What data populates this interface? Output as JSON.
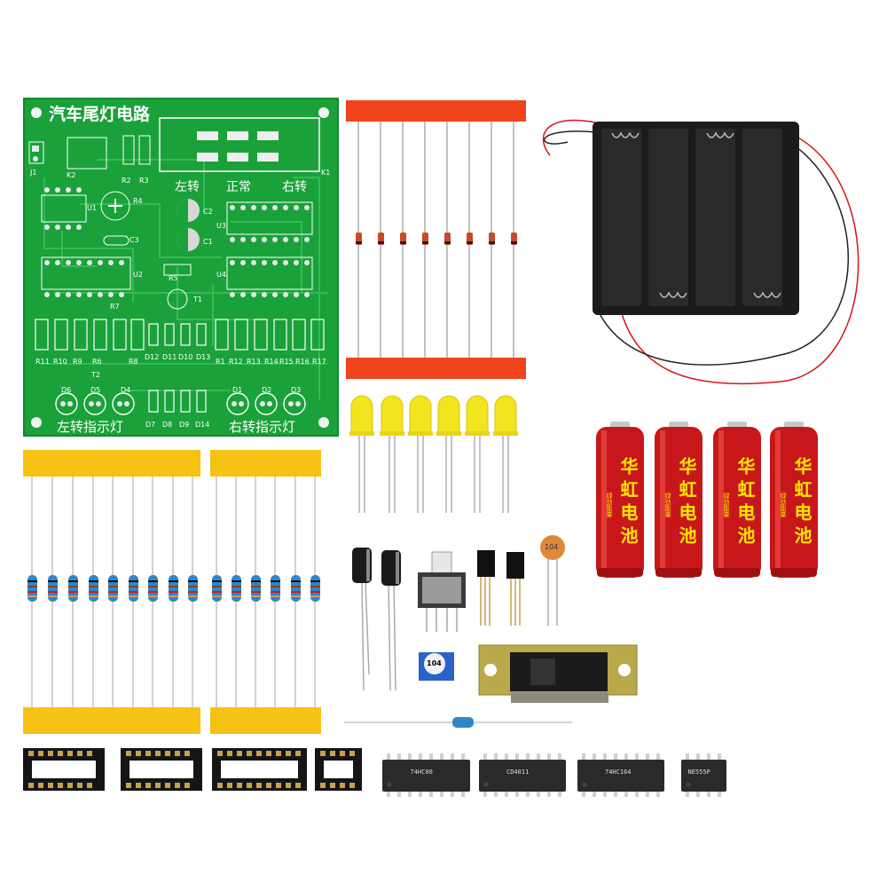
{
  "pcb": {
    "title": "汽车尾灯电路",
    "switch_labels": [
      "左转",
      "正常",
      "右转"
    ],
    "left_indicator": "左转指示灯",
    "right_indicator": "右转指示灯",
    "ref_labels": [
      "J1",
      "K2",
      "R2",
      "R3",
      "K1",
      "U1",
      "R4",
      "C2",
      "C1",
      "C3",
      "U3",
      "U2",
      "R5",
      "U4",
      "R7",
      "T1",
      "T2",
      "R11",
      "R10",
      "R9",
      "R6",
      "R8",
      "D12",
      "D11",
      "D10",
      "D13",
      "R1",
      "R12",
      "R13",
      "R14",
      "R15",
      "R16",
      "R17",
      "D6",
      "D5",
      "D4",
      "D1",
      "D2",
      "D3",
      "D7",
      "D8",
      "D9",
      "D14"
    ],
    "colors": {
      "board": "#1aa13a",
      "silk": "#ffffff"
    }
  },
  "batteries": {
    "brand": "华虹电池",
    "sub": "绿劲能量",
    "count": 4,
    "colors": {
      "body": "#c8171a",
      "text": "#ffe600"
    }
  },
  "components": {
    "potentiometer_label": "104",
    "ceramic_cap_label": "104",
    "ic_labels": [
      "74HC00",
      "CD4011",
      "74HC164",
      "NE555P"
    ]
  },
  "icons": [
    "battery-holder-icon",
    "diode-icon",
    "led-icon",
    "resistor-icon",
    "ic-socket-icon",
    "ic-chip-icon",
    "capacitor-icon",
    "transistor-icon",
    "push-switch-icon",
    "slide-switch-icon"
  ]
}
